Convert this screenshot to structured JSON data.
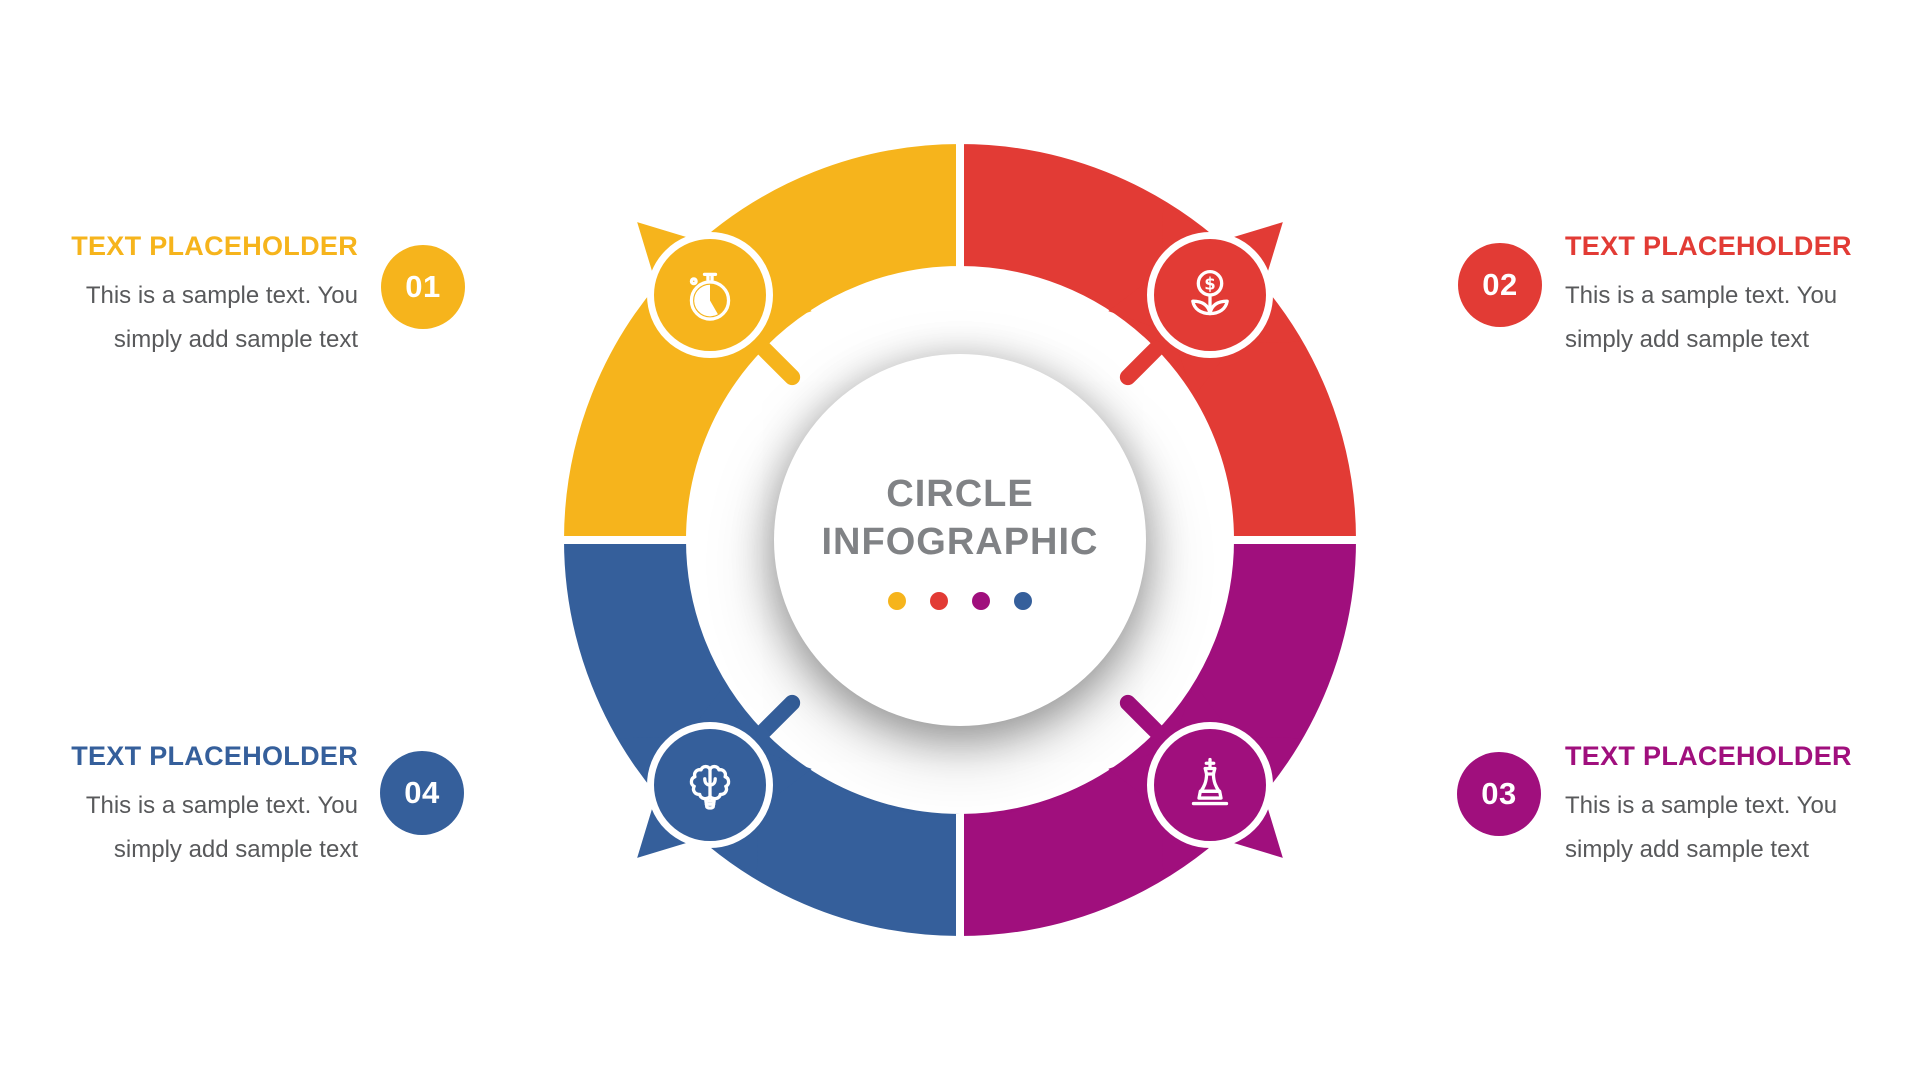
{
  "diagram": {
    "title_line1": "CIRCLE",
    "title_line2": "INFOGRAPHIC",
    "dot_colors": [
      "#F6B41C",
      "#E23B35",
      "#A00F7D",
      "#355F9B"
    ]
  },
  "colors": {
    "yellow": "#F6B41C",
    "red": "#E23B35",
    "purple": "#A00F7D",
    "blue": "#355F9B",
    "center_title_gray": "#808285",
    "body_text_gray": "#58595B",
    "background": "#FFFFFF"
  },
  "items": [
    {
      "number": "01",
      "color": "#F6B41C",
      "icon": "stopwatch-icon",
      "title": "TEXT PLACEHOLDER",
      "body_line1": "This is a sample text. You",
      "body_line2": "simply add sample text"
    },
    {
      "number": "02",
      "color": "#E23B35",
      "icon": "money-plant-icon",
      "title": "TEXT PLACEHOLDER",
      "body_line1": "This is a sample text. You",
      "body_line2": "simply add sample text"
    },
    {
      "number": "03",
      "color": "#A00F7D",
      "icon": "chess-king-icon",
      "title": "TEXT PLACEHOLDER",
      "body_line1": "This is a sample text. You",
      "body_line2": "simply add sample text"
    },
    {
      "number": "04",
      "color": "#355F9B",
      "icon": "brain-bulb-icon",
      "title": "TEXT PLACEHOLDER",
      "body_line1": "This is a sample text. You",
      "body_line2": "simply add sample text"
    }
  ]
}
